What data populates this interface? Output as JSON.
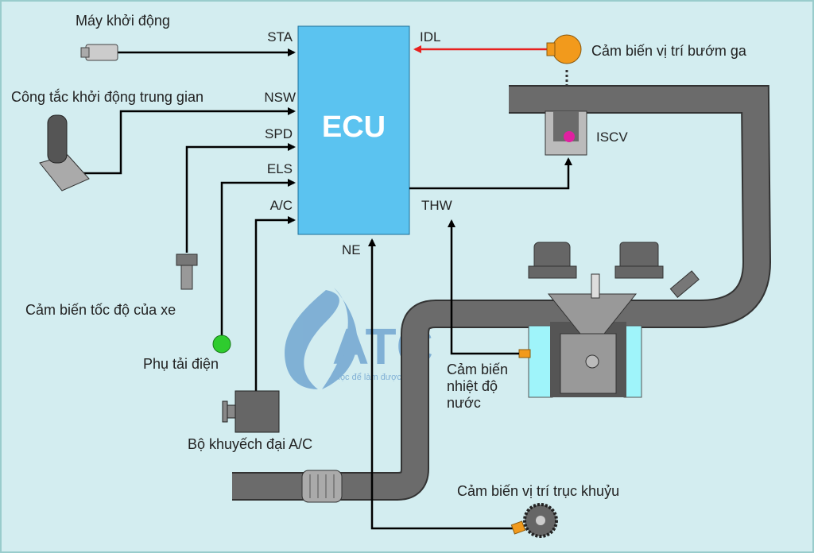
{
  "ecu": {
    "label": "ECU",
    "color": "#5bc3f0"
  },
  "signals": {
    "sta": "STA",
    "nsw": "NSW",
    "spd": "SPD",
    "els": "ELS",
    "ac": "A/C",
    "idl": "IDL",
    "thw": "THW",
    "ne": "NE",
    "iscv": "ISCV"
  },
  "components": {
    "starter": "Máy khởi động",
    "neutral_switch": "Công tắc khởi động trung gian",
    "speed_sensor": "Cảm biến tốc độ của xe",
    "electric_load": "Phụ tải điện",
    "ac_amplifier": "Bộ khuyếch đại A/C",
    "throttle_sensor": "Cảm biến vị trí bướm ga",
    "coolant_sensor_1": "Cảm biến",
    "coolant_sensor_2": "nhiệt độ",
    "coolant_sensor_3": "nước",
    "crank_sensor": "Cảm biến vị trí trục khuỷu"
  },
  "watermark": {
    "logo": "ATC",
    "slogan": "Học để làm được"
  },
  "colors": {
    "background": "#d3edf0",
    "pipe": "#6b6b6b",
    "idl_signal": "#e8201e",
    "coolant": "#9ff4fa",
    "throttle_sensor": "#f29a1c",
    "electric_load": "#2ecc2e"
  }
}
